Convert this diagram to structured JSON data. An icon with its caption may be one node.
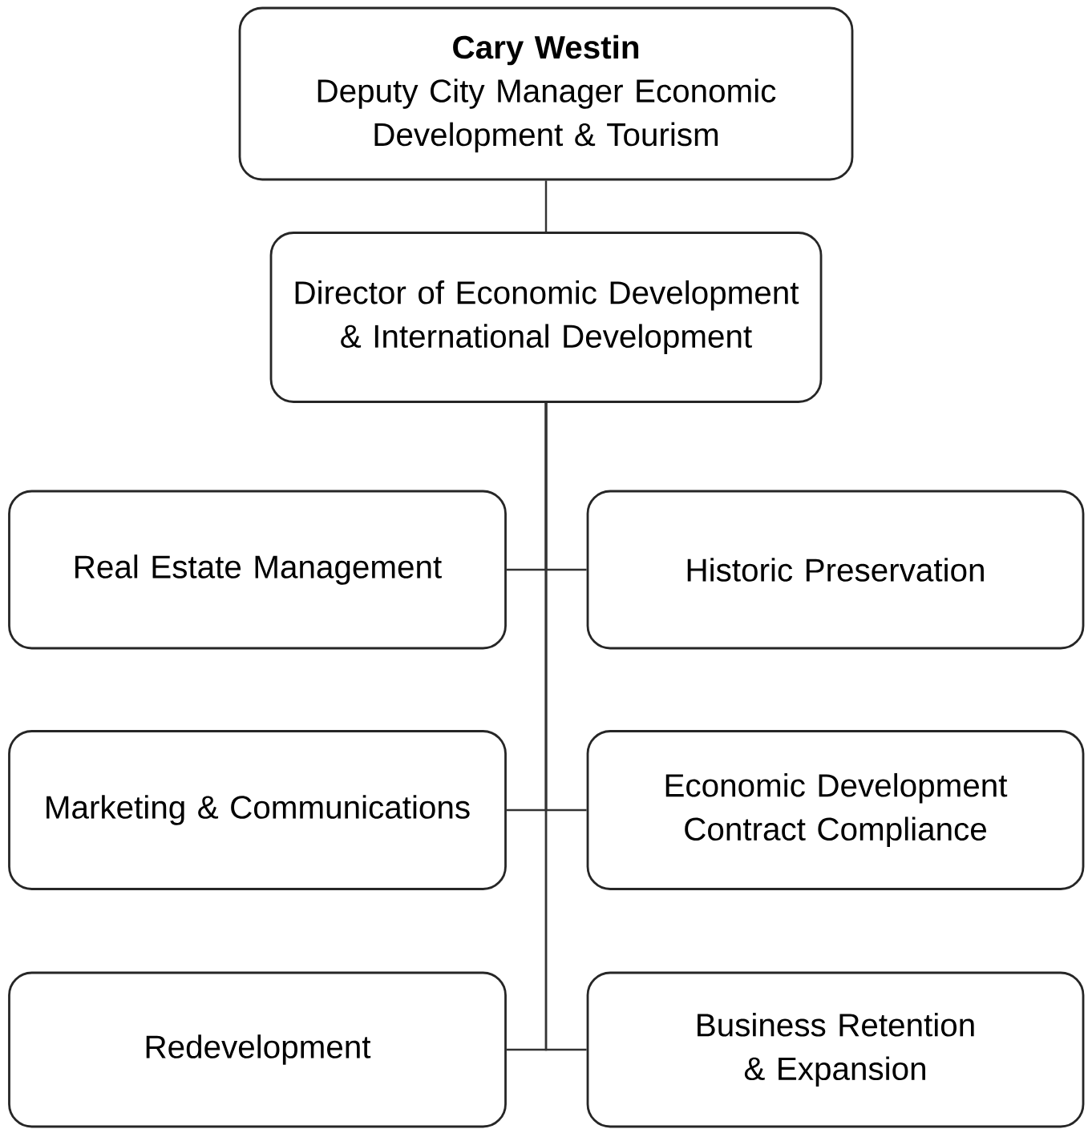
{
  "diagram": {
    "nodes": [
      {
        "text": [
          "Cary Westin",
          "Deputy City Manager Economic Development & Tourism"
        ]
      },
      {
        "text": [
          "Director of Economic Development & International Development"
        ]
      },
      {
        "text": [
          "Real Estate Management"
        ]
      },
      {
        "text": [
          "Historic Preservation"
        ]
      },
      {
        "text": [
          "Marketing & Communications"
        ]
      },
      {
        "text": [
          "Economic Development Contract Compliance"
        ]
      },
      {
        "text": [
          "Redevelopment"
        ]
      },
      {
        "text": [
          "Business Retention & Expansion"
        ]
      }
    ],
    "edges": [
      {
        "from": 0,
        "to": 1,
        "arrow": "none"
      },
      {
        "from": 1,
        "to": 2,
        "arrow": "none"
      },
      {
        "from": 1,
        "to": 3,
        "arrow": "none"
      },
      {
        "from": 1,
        "to": 4,
        "arrow": "none"
      },
      {
        "from": 1,
        "to": 5,
        "arrow": "none"
      },
      {
        "from": 1,
        "to": 6,
        "arrow": "none"
      },
      {
        "from": 1,
        "to": 7,
        "arrow": "none"
      }
    ]
  }
}
